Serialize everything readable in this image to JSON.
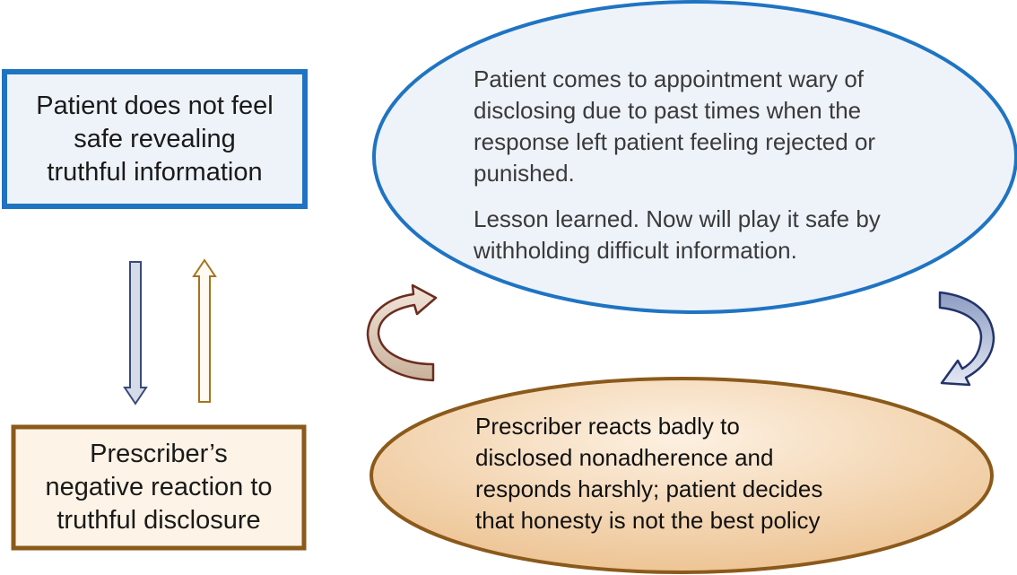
{
  "left_top_box": {
    "lines": [
      "Patient does not feel",
      "safe revealing",
      "truthful information"
    ]
  },
  "left_bottom_box": {
    "lines": [
      "Prescriber’s",
      "negative reaction to",
      "truthful disclosure"
    ]
  },
  "top_oval": {
    "paragraph1": [
      "Patient comes to appointment wary of",
      "disclosing due to past times when the",
      "response left patient feeling rejected or",
      "punished."
    ],
    "paragraph2": [
      "Lesson learned. Now will play it safe by",
      "withholding difficult information."
    ]
  },
  "bottom_oval": {
    "lines": [
      "Prescriber reacts badly to",
      "disclosed nonadherence and",
      "responds harshly; patient decides",
      "that honesty is not the best policy"
    ]
  },
  "colors": {
    "blue_border": "#1f74c2",
    "blue_fill": "#eef3fa",
    "brown_border": "#8b5a1b",
    "cream_fill": "#fdf3e6",
    "orange_fill_light": "#fdf1e2",
    "orange_fill_dark": "#ecc18f",
    "down_arrow_stroke": "#3a4a78",
    "down_arrow_fill": "#d6dbe8",
    "up_arrow_stroke": "#a6731e",
    "curve_left_stroke": "#6b2c1f",
    "curve_left_fill": "#dcc9b8",
    "curve_right_stroke": "#23336a",
    "curve_right_fill": "#aeb9d6"
  }
}
